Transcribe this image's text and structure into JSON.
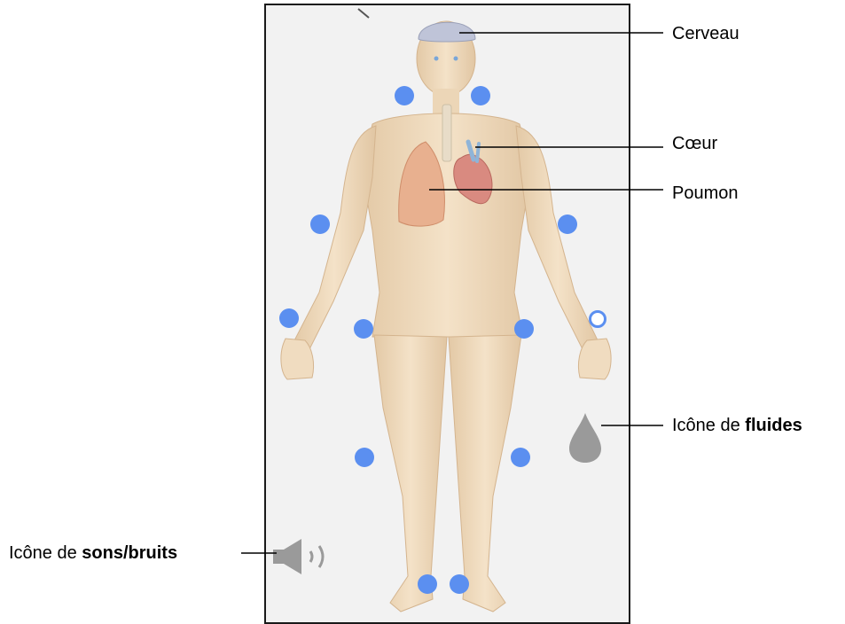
{
  "labels": {
    "brain": "Cerveau",
    "heart": "Cœur",
    "lung": "Poumon",
    "fluids_prefix": "Icône de ",
    "fluids_bold": "fluides",
    "sounds_prefix": "Icône de ",
    "sounds_bold": "sons/bruits"
  },
  "colors": {
    "pulse_point": "#5b8ff0",
    "skin": "#f0dcc0",
    "lung": "#e8b08f",
    "heart": "#d98a80",
    "brain": "#bfc4d8",
    "icon_gray": "#9a9a9a"
  },
  "icons": {
    "fluids": "droplet-icon",
    "sounds": "speaker-icon"
  }
}
